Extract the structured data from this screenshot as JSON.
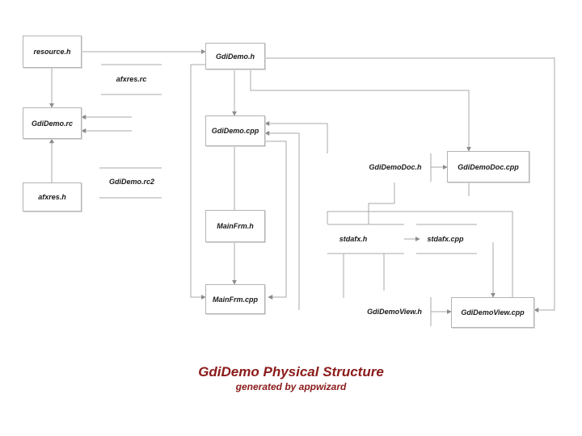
{
  "nodes": {
    "resource_h": "resource.h",
    "afxres_rc": "afxres.rc",
    "gdidemo_rc": "GdiDemo.rc",
    "gdidemo_rc2": "GdiDemo.rc2",
    "afxres_h": "afxres.h",
    "gdidemo_h": "GdiDemo.h",
    "gdidemo_cpp": "GdiDemo.cpp",
    "mainfrm_h": "MainFrm.h",
    "mainfrm_cpp": "MainFrm.cpp",
    "gdidemodoc_h": "GdiDemoDoc.h",
    "gdidemodoc_cpp": "GdiDemoDoc.cpp",
    "stdafx_h": "stdafx.h",
    "stdafx_cpp": "stdafx.cpp",
    "gdidemoview_h": "GdiDemoView.h",
    "gdidemoview_cpp": "GdiDemoView.cpp"
  },
  "footer": {
    "title": "GdiDemo Physical Structure",
    "subtitle": "generated by appwizard"
  },
  "colors": {
    "line": "#a8a8a8",
    "box_border": "#b4b4b4",
    "title": "#8b1a1a"
  }
}
